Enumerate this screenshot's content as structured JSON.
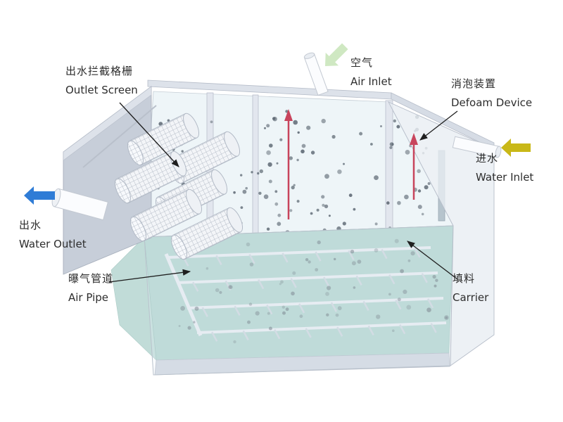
{
  "diagram": {
    "labels": {
      "outlet_screen": {
        "zh": "出水拦截格栅",
        "en": "Outlet Screen"
      },
      "air_inlet": {
        "zh": "空气",
        "en": "Air Inlet"
      },
      "defoam_device": {
        "zh": "消泡装置",
        "en": "Defoam Device"
      },
      "water_inlet": {
        "zh": "进水",
        "en": "Water Inlet"
      },
      "water_outlet": {
        "zh": "出水",
        "en": "Water Outlet"
      },
      "air_pipe": {
        "zh": "曝气管道",
        "en": "Air Pipe"
      },
      "carrier": {
        "zh": "填料",
        "en": "Carrier"
      }
    },
    "colors": {
      "water_outlet_arrow": "#2f7cd6",
      "water_inlet_arrow": "#c9b818",
      "air_inlet_arrow": "#cfe8c2",
      "defoam_rod": "#c8445c",
      "tank_floor": "#b2d5cf",
      "tank_wall": "#c7ced9",
      "carrier_dot": "#5e6974"
    }
  }
}
